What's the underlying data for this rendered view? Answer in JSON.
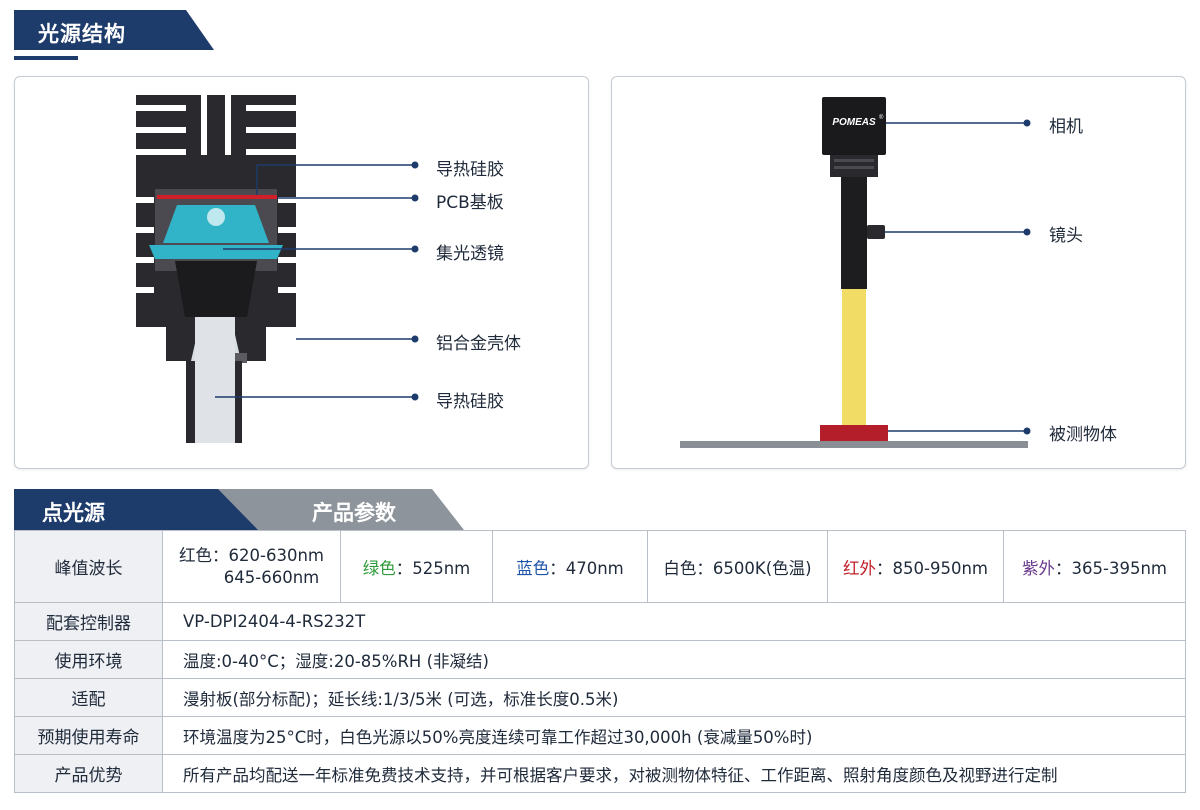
{
  "section1": {
    "title": "光源结构"
  },
  "left_diagram": {
    "labels": [
      "导热硅胶",
      "PCB基板",
      "集光透镜",
      "铝合金壳体",
      "导热硅胶"
    ]
  },
  "right_diagram": {
    "camera_brand": "POMEAS",
    "camera_brand_mark": "®",
    "labels": [
      "相机",
      "镜头",
      "被测物体"
    ]
  },
  "section2": {
    "tab_active": "点光源",
    "tab_inactive": "产品参数"
  },
  "colors": {
    "navy": "#1d3b6b",
    "gray_tab": "#8e949c",
    "green": "#2f9a3a",
    "blue": "#1e55a8",
    "red": "#c0202a",
    "purple": "#6b3a8c",
    "lens": "#31b3c8",
    "beam": "#f1dc66",
    "object": "#b31e2a"
  },
  "table": {
    "wave": {
      "header": "峰值波长",
      "red_name": "红色",
      "red_sep": "：",
      "red_val1": "620-630nm",
      "red_val2": "645-660nm",
      "green_name": "绿色",
      "green_val": "：525nm",
      "blue_name": "蓝色",
      "blue_val": "：470nm",
      "white_text": "白色：6500K(色温)",
      "ir_name": "红外",
      "ir_val": "：850-950nm",
      "uv_name": "紫外",
      "uv_val": "：365-395nm"
    },
    "rows": [
      {
        "header": "配套控制器",
        "value": "VP-DPI2404-4-RS232T"
      },
      {
        "header": "使用环境",
        "value": "温度:0-40°C；湿度:20-85%RH (非凝结)"
      },
      {
        "header": "适配",
        "value": "漫射板(部分标配)；延长线:1/3/5米 (可选，标准长度0.5米)"
      },
      {
        "header": "预期使用寿命",
        "value": "环境温度为25°C时，白色光源以50%亮度连续可靠工作超过30,000h (衰减量50%时)"
      },
      {
        "header": "产品优势",
        "value": "所有产品均配送一年标准免费技术支持，并可根据客户要求，对被测物体特征、工作距离、照射角度颜色及视野进行定制"
      }
    ]
  }
}
